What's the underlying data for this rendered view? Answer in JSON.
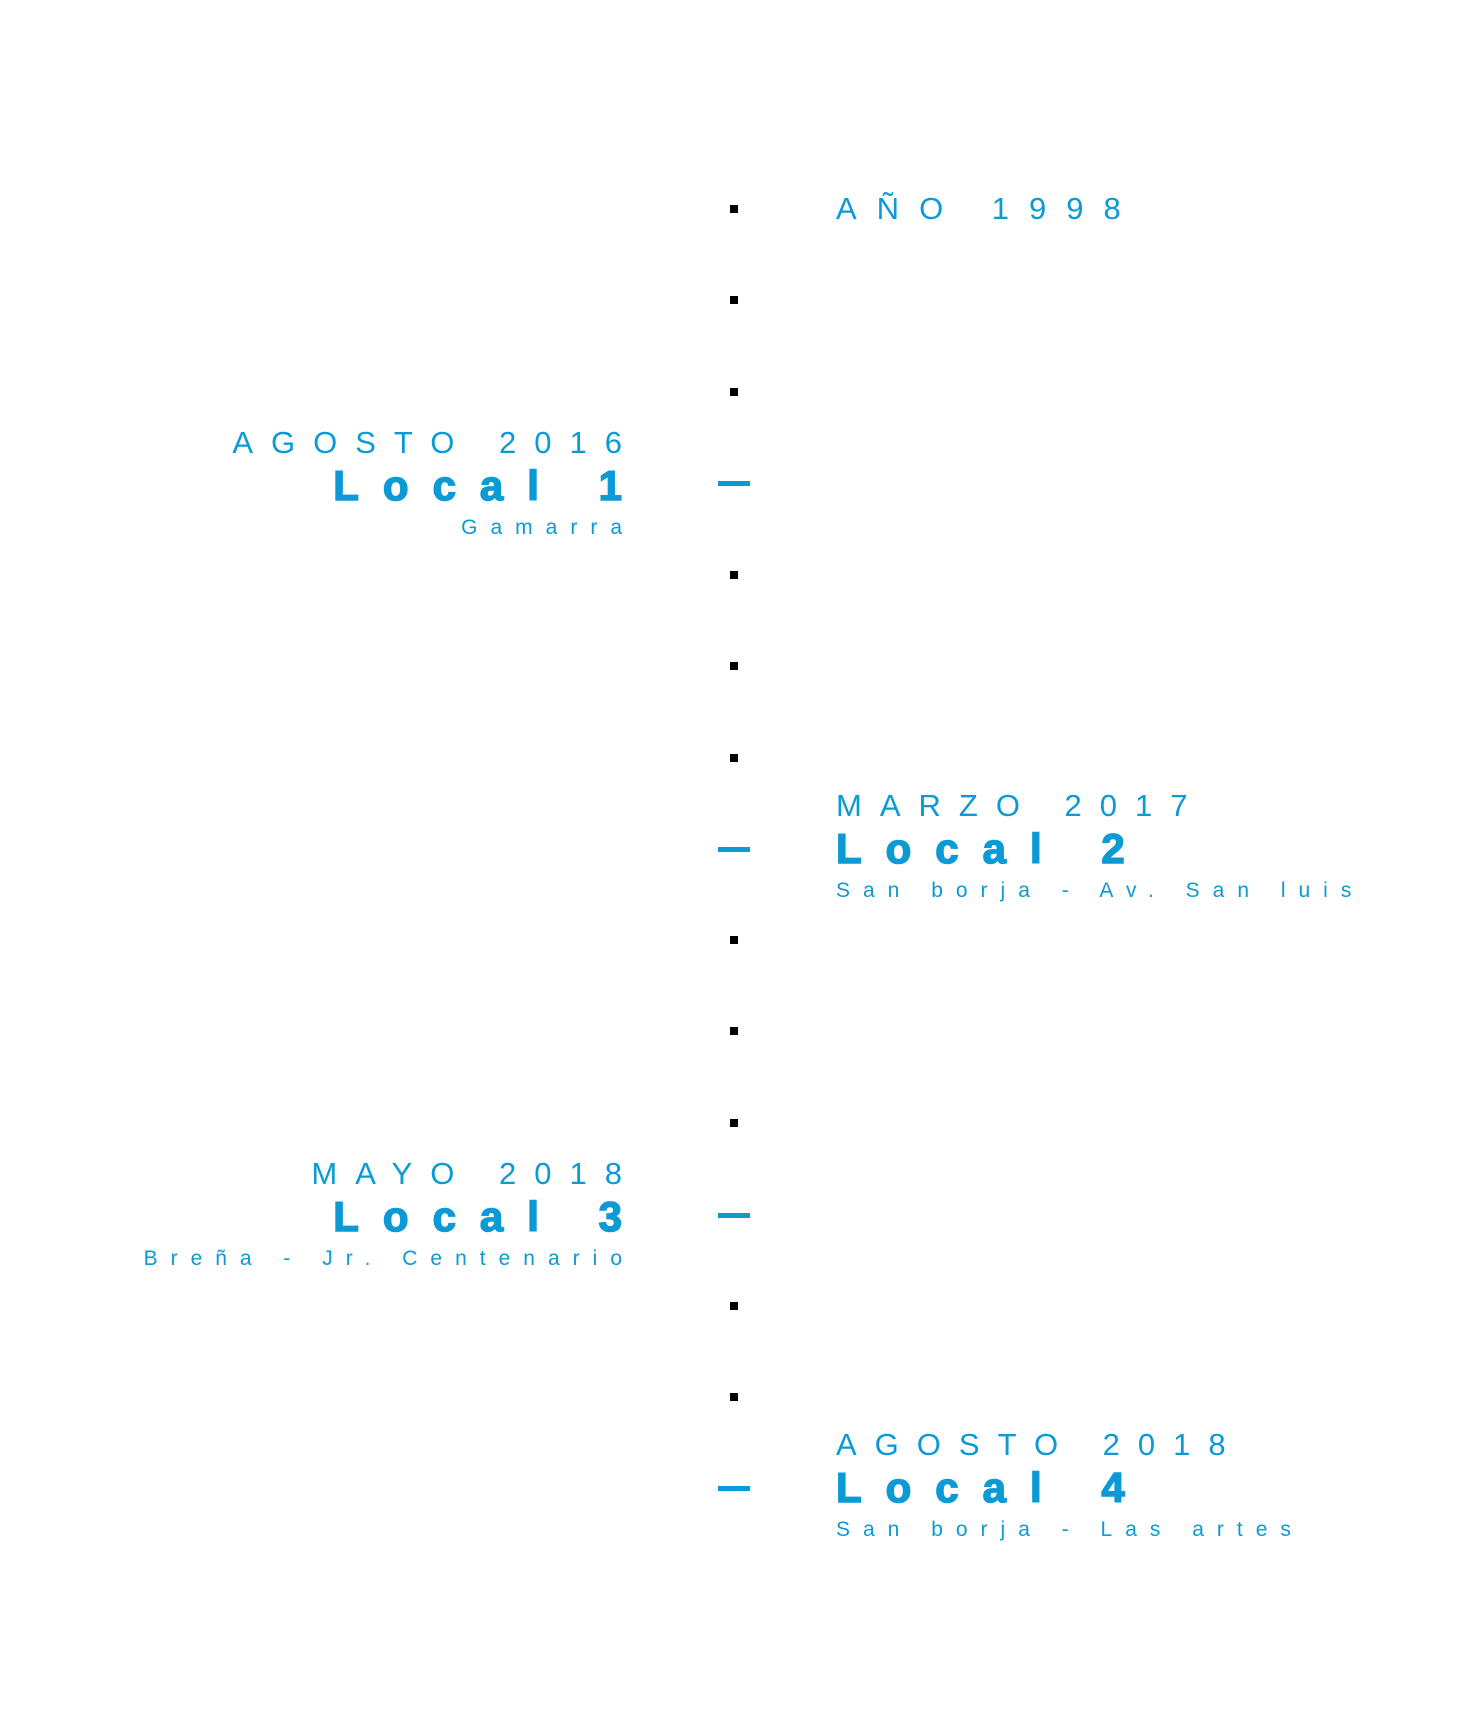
{
  "timeline": {
    "start_label": "AÑO 1998",
    "events": [
      {
        "date": "AGOSTO 2016",
        "title": "Local 1",
        "location": "Gamarra"
      },
      {
        "date": "MARZO 2017",
        "title": "Local 2",
        "location": "San borja - Av. San luis"
      },
      {
        "date": "MAYO 2018",
        "title": "Local 3",
        "location": "Breña - Jr. Centenario"
      },
      {
        "date": "AGOSTO 2018",
        "title": "Local 4",
        "location": "San borja - Las artes"
      }
    ]
  },
  "colors": {
    "accent": "#0b9ad5",
    "tick": "#000000"
  }
}
